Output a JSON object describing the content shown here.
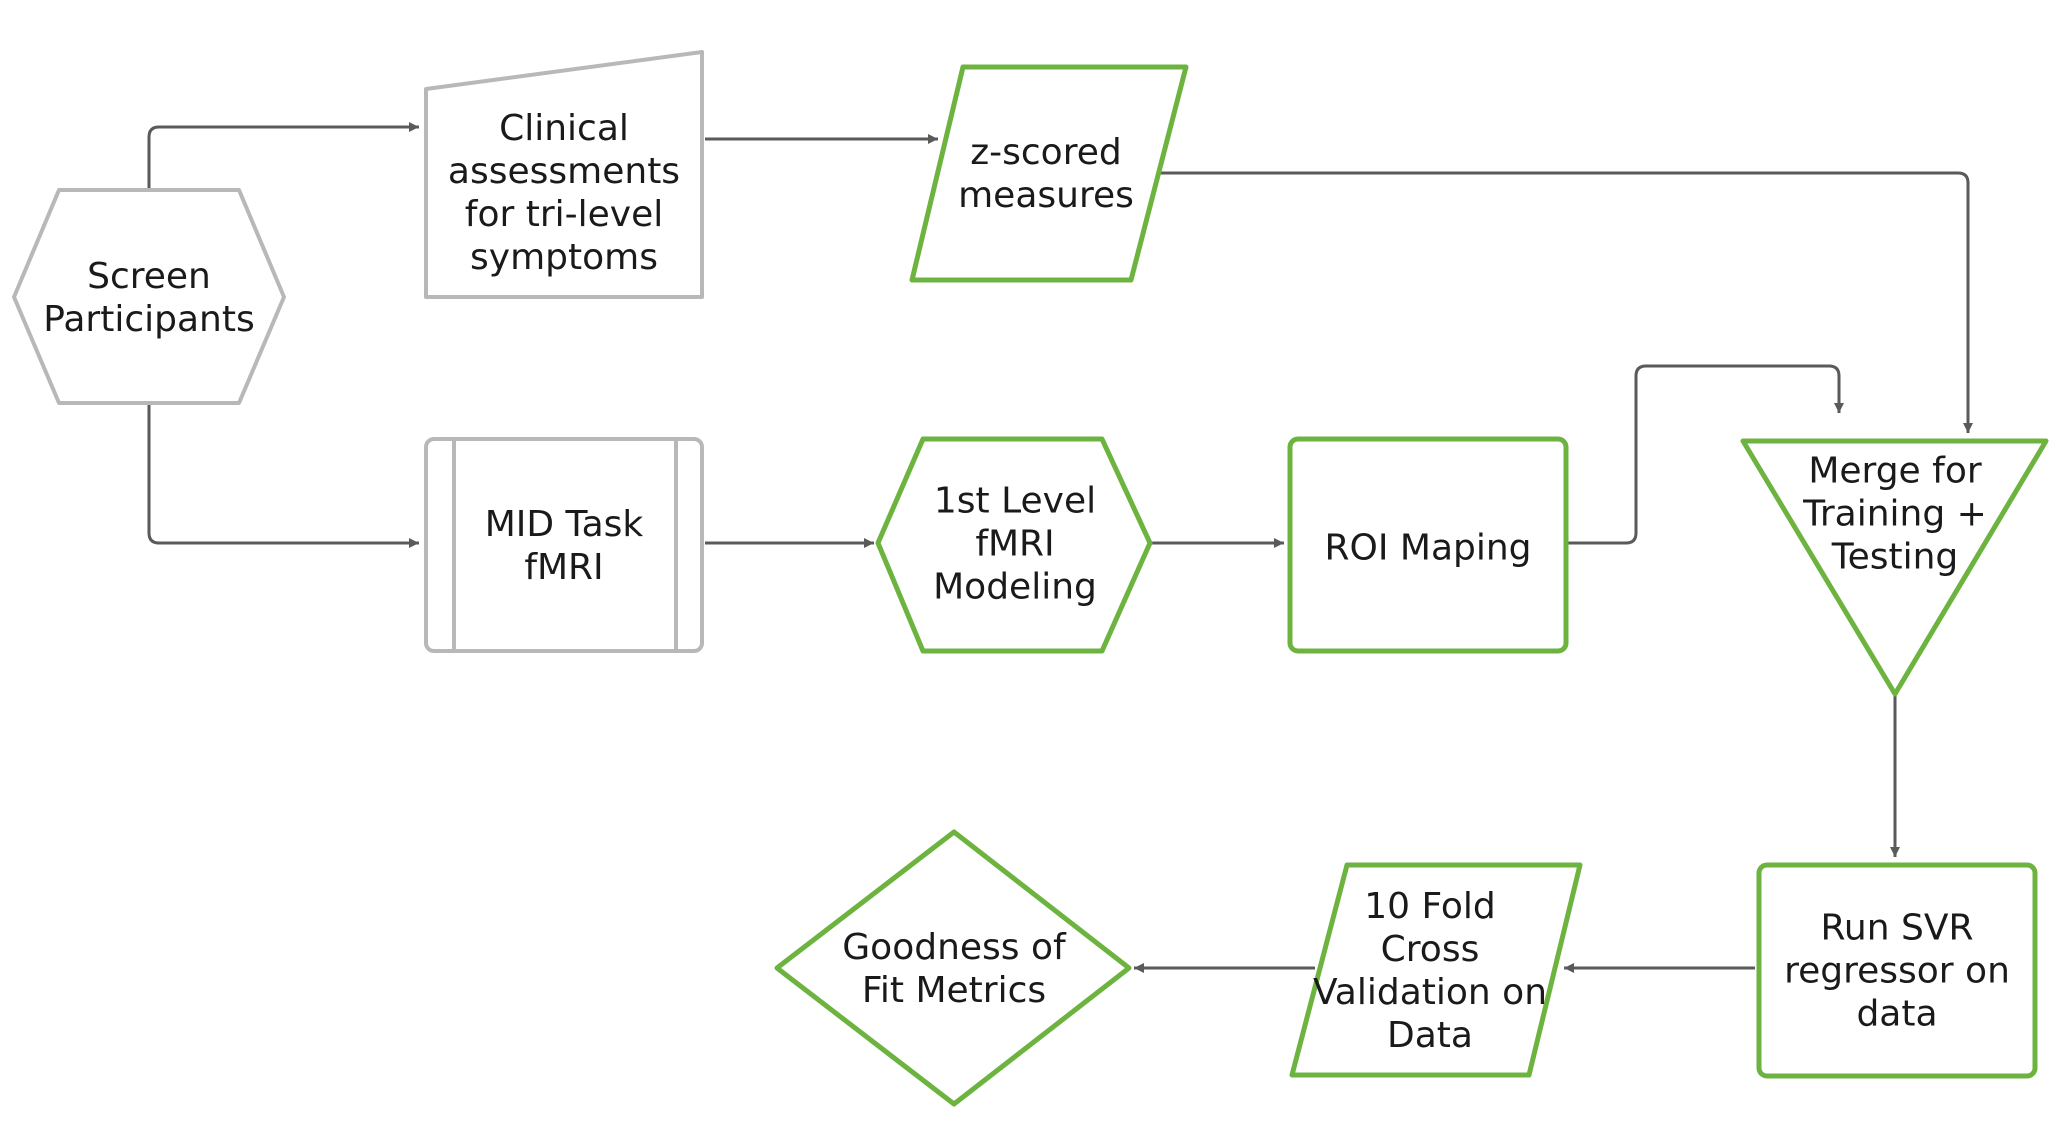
{
  "colors": {
    "edge": "#5a5a5a",
    "gray_stroke": "#b8b8b8",
    "green_stroke": "#6db33f",
    "background": "#ffffff",
    "text": "#1a1a1a"
  },
  "nodes": {
    "screen": {
      "lines": [
        "Screen",
        "Participants"
      ],
      "shape": "hexagon",
      "style": "gray"
    },
    "clinical": {
      "lines": [
        "Clinical",
        "assessments",
        "for tri-level",
        "symptoms"
      ],
      "shape": "manual-input",
      "style": "gray"
    },
    "zscored": {
      "lines": [
        "z-scored",
        "measures"
      ],
      "shape": "parallelogram",
      "style": "green"
    },
    "mid": {
      "lines": [
        "MID Task",
        "fMRI"
      ],
      "shape": "predefined-process",
      "style": "gray"
    },
    "firstlevel": {
      "lines": [
        "1st Level",
        "fMRI",
        "Modeling"
      ],
      "shape": "hexagon",
      "style": "green"
    },
    "roi": {
      "lines": [
        "ROI Maping"
      ],
      "shape": "rectangle",
      "style": "green"
    },
    "merge": {
      "lines": [
        "Merge for",
        "Training +",
        "Testing"
      ],
      "shape": "merge-triangle",
      "style": "green"
    },
    "svr": {
      "lines": [
        "Run SVR",
        "regressor on",
        "data"
      ],
      "shape": "rectangle",
      "style": "green"
    },
    "crossval": {
      "lines": [
        "10 Fold",
        "Cross",
        "Validation on",
        "Data"
      ],
      "shape": "parallelogram",
      "style": "green"
    },
    "goodness": {
      "lines": [
        "Goodness of",
        "Fit Metrics"
      ],
      "shape": "diamond",
      "style": "green"
    }
  },
  "edges": [
    {
      "from": "screen",
      "to": "clinical"
    },
    {
      "from": "screen",
      "to": "mid"
    },
    {
      "from": "clinical",
      "to": "zscored"
    },
    {
      "from": "zscored",
      "to": "merge"
    },
    {
      "from": "mid",
      "to": "firstlevel"
    },
    {
      "from": "firstlevel",
      "to": "roi"
    },
    {
      "from": "roi",
      "to": "merge"
    },
    {
      "from": "merge",
      "to": "svr"
    },
    {
      "from": "svr",
      "to": "crossval"
    },
    {
      "from": "crossval",
      "to": "goodness"
    }
  ]
}
